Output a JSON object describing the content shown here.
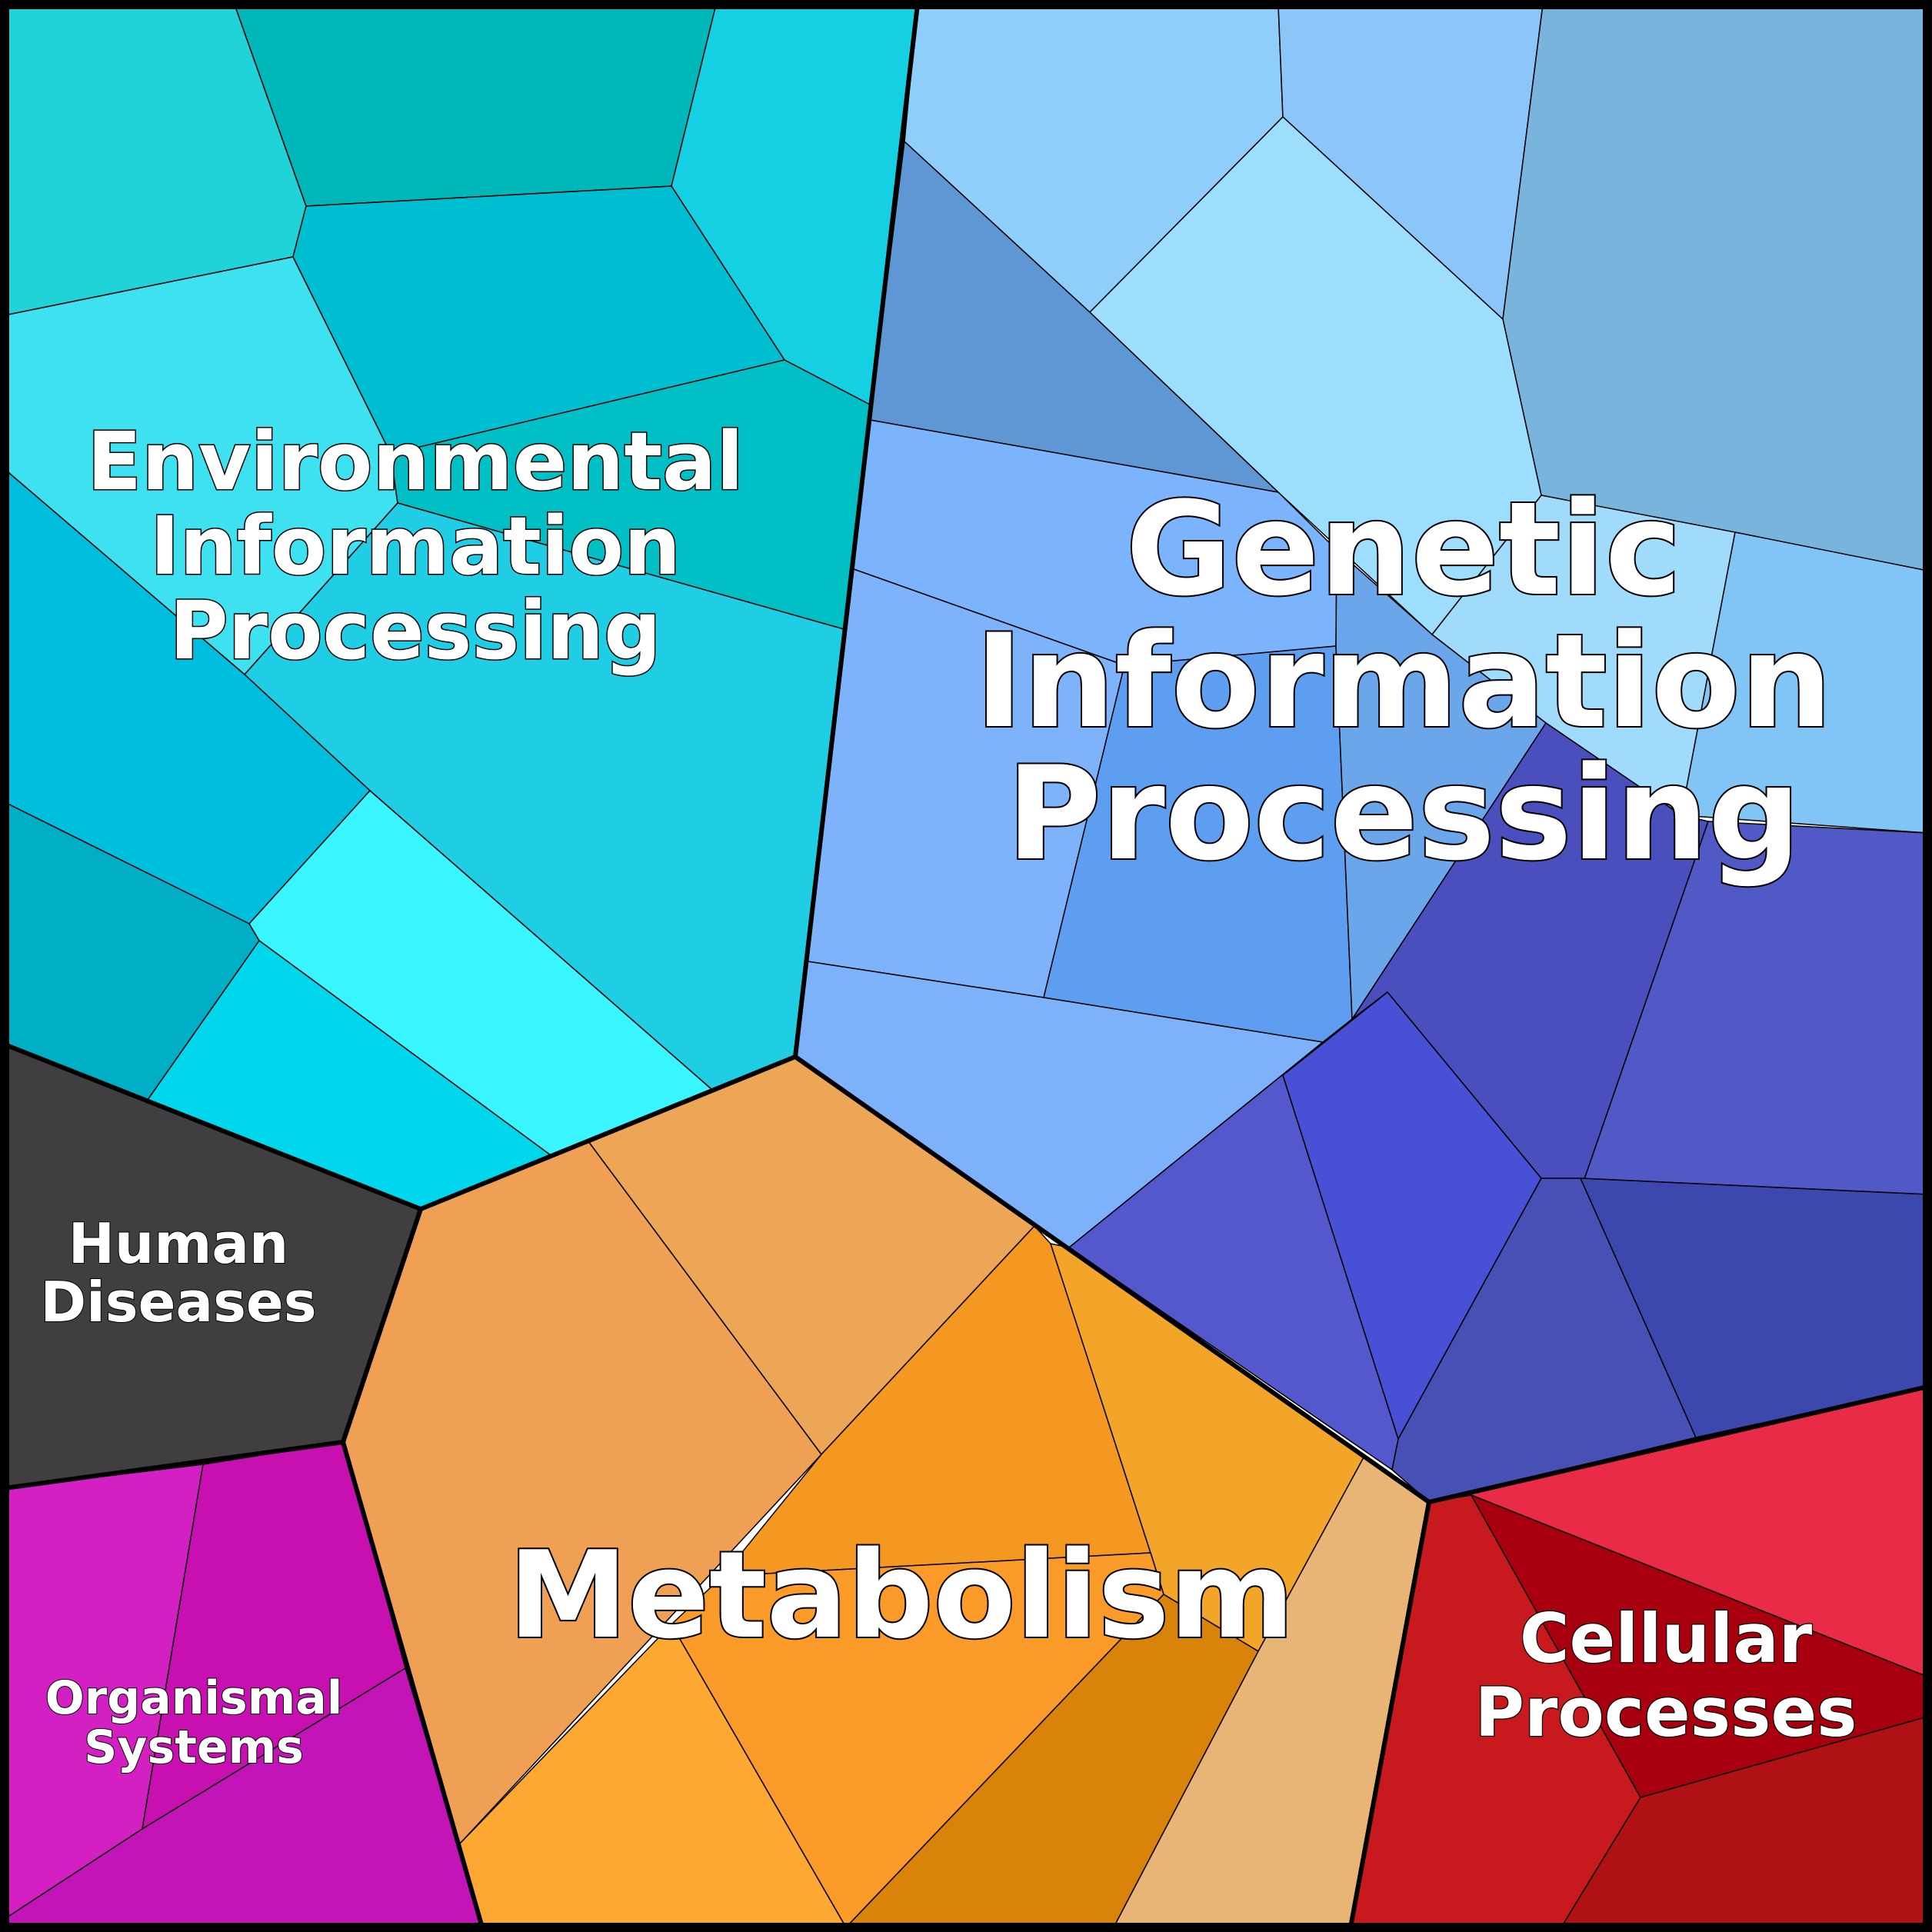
{
  "regions": [
    {
      "id": "environmental",
      "label": "Environmental\nInformation\nProcessing",
      "color": "#1fcde0"
    },
    {
      "id": "genetic",
      "label": "Genetic\nInformation\nProcessing",
      "color": "#7fb5fb"
    },
    {
      "id": "human_diseases",
      "label": "Human\nDiseases",
      "color": "#403e40"
    },
    {
      "id": "organismal",
      "label": "Organismal\nSystems",
      "color": "#c815b4"
    },
    {
      "id": "metabolism",
      "label": "Metabolism",
      "color": "#f29b2a"
    },
    {
      "id": "cellular",
      "label": "Cellular\nProcesses",
      "color": "#c71a1e"
    }
  ],
  "cells": [
    {
      "region": "environmental",
      "color": "#1fd3d9"
    },
    {
      "region": "environmental",
      "color": "#00b7b9"
    },
    {
      "region": "environmental",
      "color": "#15d0e2"
    },
    {
      "region": "environmental",
      "color": "#3ee1f0"
    },
    {
      "region": "environmental",
      "color": "#00bed2"
    },
    {
      "region": "environmental",
      "color": "#00c0c6"
    },
    {
      "region": "environmental",
      "color": "#1fcde4"
    },
    {
      "region": "environmental",
      "color": "#00bfde"
    },
    {
      "region": "environmental",
      "color": "#00aec6"
    },
    {
      "region": "environmental",
      "color": "#38f5ff"
    },
    {
      "region": "environmental",
      "color": "#00d7ec"
    },
    {
      "region": "genetic",
      "color": "#8fcdfb"
    },
    {
      "region": "genetic",
      "color": "#8cc5f8"
    },
    {
      "region": "genetic",
      "color": "#79b4dd"
    },
    {
      "region": "genetic",
      "color": "#9ddefe"
    },
    {
      "region": "genetic",
      "color": "#5e97d3"
    },
    {
      "region": "genetic",
      "color": "#7bb4fc"
    },
    {
      "region": "genetic",
      "color": "#a1dbfb"
    },
    {
      "region": "genetic",
      "color": "#81c4f6"
    },
    {
      "region": "genetic",
      "color": "#7eb3fc"
    },
    {
      "region": "genetic",
      "color": "#5e9ef0"
    },
    {
      "region": "genetic",
      "color": "#6ba6eb"
    },
    {
      "region": "genetic",
      "color": "#7db1fa"
    },
    {
      "region": "genetic",
      "color": "#4b4fbd"
    },
    {
      "region": "genetic",
      "color": "#5059c6"
    },
    {
      "region": "genetic",
      "color": "#5557cc"
    },
    {
      "region": "genetic",
      "color": "#4850d5"
    },
    {
      "region": "genetic",
      "color": "#4750b4"
    },
    {
      "region": "genetic",
      "color": "#3d48af"
    },
    {
      "region": "human_diseases",
      "color": "#403e40"
    },
    {
      "region": "organismal",
      "color": "#d420c2"
    },
    {
      "region": "organismal",
      "color": "#c80faf"
    },
    {
      "region": "organismal",
      "color": "#c315b7"
    },
    {
      "region": "metabolism",
      "color": "#f0a055"
    },
    {
      "region": "metabolism",
      "color": "#eda655"
    },
    {
      "region": "metabolism",
      "color": "#f59822"
    },
    {
      "region": "metabolism",
      "color": "#f3a52a"
    },
    {
      "region": "metabolism",
      "color": "#fca832"
    },
    {
      "region": "metabolism",
      "color": "#f99a29"
    },
    {
      "region": "metabolism",
      "color": "#da830a"
    },
    {
      "region": "metabolism",
      "color": "#e9b577"
    },
    {
      "region": "cellular",
      "color": "#e92b47"
    },
    {
      "region": "cellular",
      "color": "#c8191e"
    },
    {
      "region": "cellular",
      "color": "#a8000e"
    },
    {
      "region": "cellular",
      "color": "#b01114"
    }
  ]
}
